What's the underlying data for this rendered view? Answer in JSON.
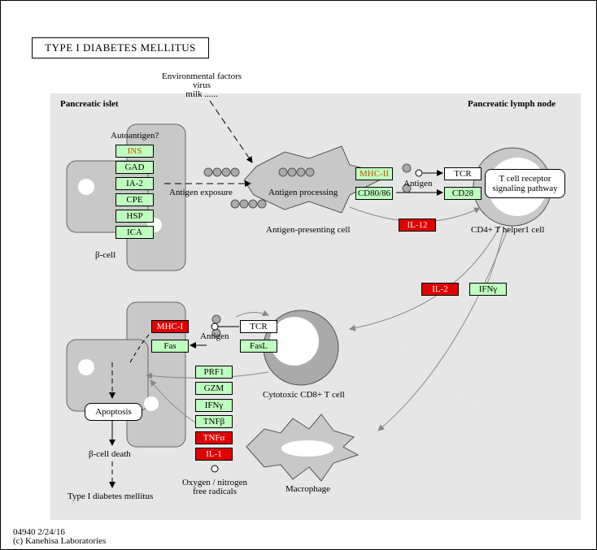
{
  "title": "TYPE I DIABETES MELLITUS",
  "regions": {
    "islet": "Pancreatic islet",
    "lymph_node": "Pancreatic lymph node"
  },
  "environment": {
    "line1": "Environmental factors",
    "line2": "virus",
    "line3": "milk ......"
  },
  "autoantigen_label": "Autoantigen?",
  "autoantigens": [
    "INS",
    "GAD",
    "IA-2",
    "CPE",
    "HSP",
    "ICA"
  ],
  "labels": {
    "beta_cell": "β-cell",
    "antigen_exposure": "Antigen exposure",
    "antigen_processing": "Antigen processing",
    "apc": "Antigen-presenting cell",
    "antigen_top": "Antigen",
    "antigen_mid": "Antigen",
    "th1": "CD4+ T helper1 cell",
    "ctl": "Cytotoxic CD8+ T cell",
    "macrophage": "Macrophage",
    "beta_death": "β-cell death",
    "t1dm": "Type I diabetes mellitus",
    "oxygen1": "Oxygen / nitrogen",
    "oxygen2": "free radicals"
  },
  "genes": {
    "mhc2": "MHC-II",
    "cd80": "CD80/86",
    "tcr_top": "TCR",
    "cd28": "CD28",
    "il12": "IL-12",
    "il2": "IL-2",
    "ifng_top": "IFNγ",
    "mhc1": "MHC-I",
    "fas": "Fas",
    "tcr_mid": "TCR",
    "fasl": "FasL",
    "prf1": "PRF1",
    "gzm": "GZM",
    "ifng_mid": "IFNγ",
    "tnfb": "TNFβ",
    "tnfa": "TNFα",
    "il1": "IL-1"
  },
  "pathway_box": {
    "line1": "T cell receptor",
    "line2": "signaling pathway"
  },
  "apoptosis": "Apoptosis",
  "footer": {
    "id": "04940 2/24/16",
    "copyright": "(c) Kanehisa Laboratories"
  },
  "colors": {
    "gene_green": "#bfffbf",
    "gene_red": "#e00000",
    "region_gray": "#e6e6e6",
    "cell_gray": "#c8c8c8"
  }
}
